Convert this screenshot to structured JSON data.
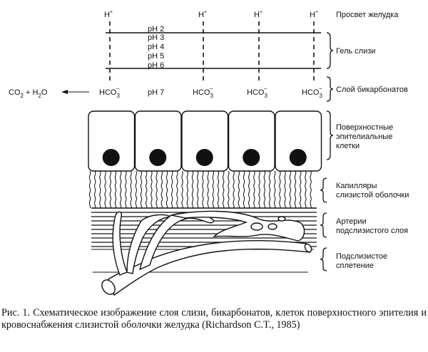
{
  "top": {
    "h_ion": "H",
    "h_sup": "+",
    "ph_levels": [
      "pH 2",
      "pH 3",
      "pH 4",
      "pH 5",
      "pH 6"
    ],
    "ph7": "pH 7",
    "hco3": "HCO",
    "hco3_sub": "3",
    "hco3_sup": "−",
    "co2_reaction": {
      "co": "CO",
      "co_sub": "2",
      "plus_h": " + H",
      "h_sub": "2",
      "o": "O"
    }
  },
  "labels": [
    {
      "lines": [
        "Просвет желудка"
      ]
    },
    {
      "lines": [
        "Гель слизи"
      ]
    },
    {
      "lines": [
        "Слой бикарбонатов"
      ]
    },
    {
      "lines": [
        "Поверхностные",
        "эпителиальные",
        "клетки"
      ]
    },
    {
      "lines": [
        "Капилляры",
        "слизистой оболочки"
      ]
    },
    {
      "lines": [
        "Артерии",
        "подслизистого слоя"
      ]
    },
    {
      "lines": [
        "Подслизистое",
        "сплетение"
      ]
    }
  ],
  "cells": {
    "count": 5
  },
  "caption": "Рис. 1.  Схематическое изображение слоя слизи, бикарбонатов, клеток поверхностного эпителия и кровоснабжения слизистой оболочки желудка (Richardson C.T., 1985)"
}
